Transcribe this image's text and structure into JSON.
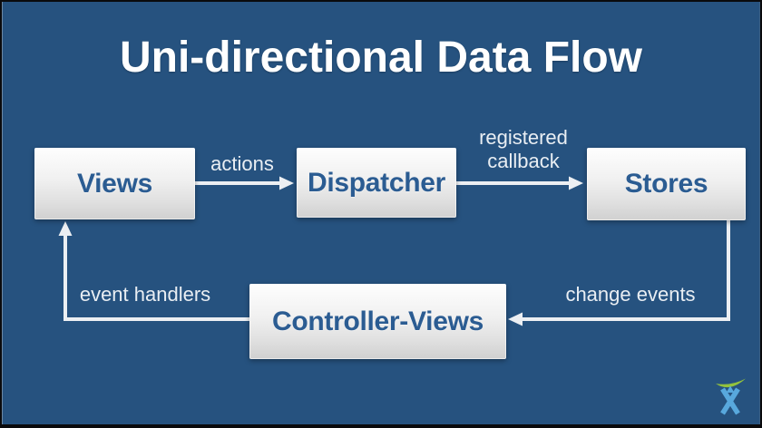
{
  "slide": {
    "title": "Uni-directional Data Flow"
  },
  "diagram": {
    "nodes": [
      {
        "id": "views",
        "label": "Views"
      },
      {
        "id": "dispatcher",
        "label": "Dispatcher"
      },
      {
        "id": "stores",
        "label": "Stores"
      },
      {
        "id": "controller_views",
        "label": "Controller-Views"
      }
    ],
    "edges": [
      {
        "id": "actions",
        "label": "actions",
        "from": "Views",
        "to": "Dispatcher"
      },
      {
        "id": "registered_callback",
        "label": "registered callback",
        "from": "Dispatcher",
        "to": "Stores"
      },
      {
        "id": "change_events",
        "label": "change events",
        "from": "Stores",
        "to": "Controller-Views"
      },
      {
        "id": "event_handlers",
        "label": "event handlers",
        "from": "Controller-Views",
        "to": "Views"
      }
    ]
  },
  "logo": {
    "name": "atlassian-charlie-logo"
  },
  "colors": {
    "background": "#26527f",
    "frame_border": "#0a0a0c",
    "box_gradient_top": "#fefefe",
    "box_gradient_bottom": "#d0d0d0",
    "box_text": "#2b5c92",
    "title_text": "#ffffff",
    "arrow": "#eceff3",
    "label_text": "#e9eef3",
    "logo_green": "#93c23d",
    "logo_blue": "#58a8dd"
  }
}
